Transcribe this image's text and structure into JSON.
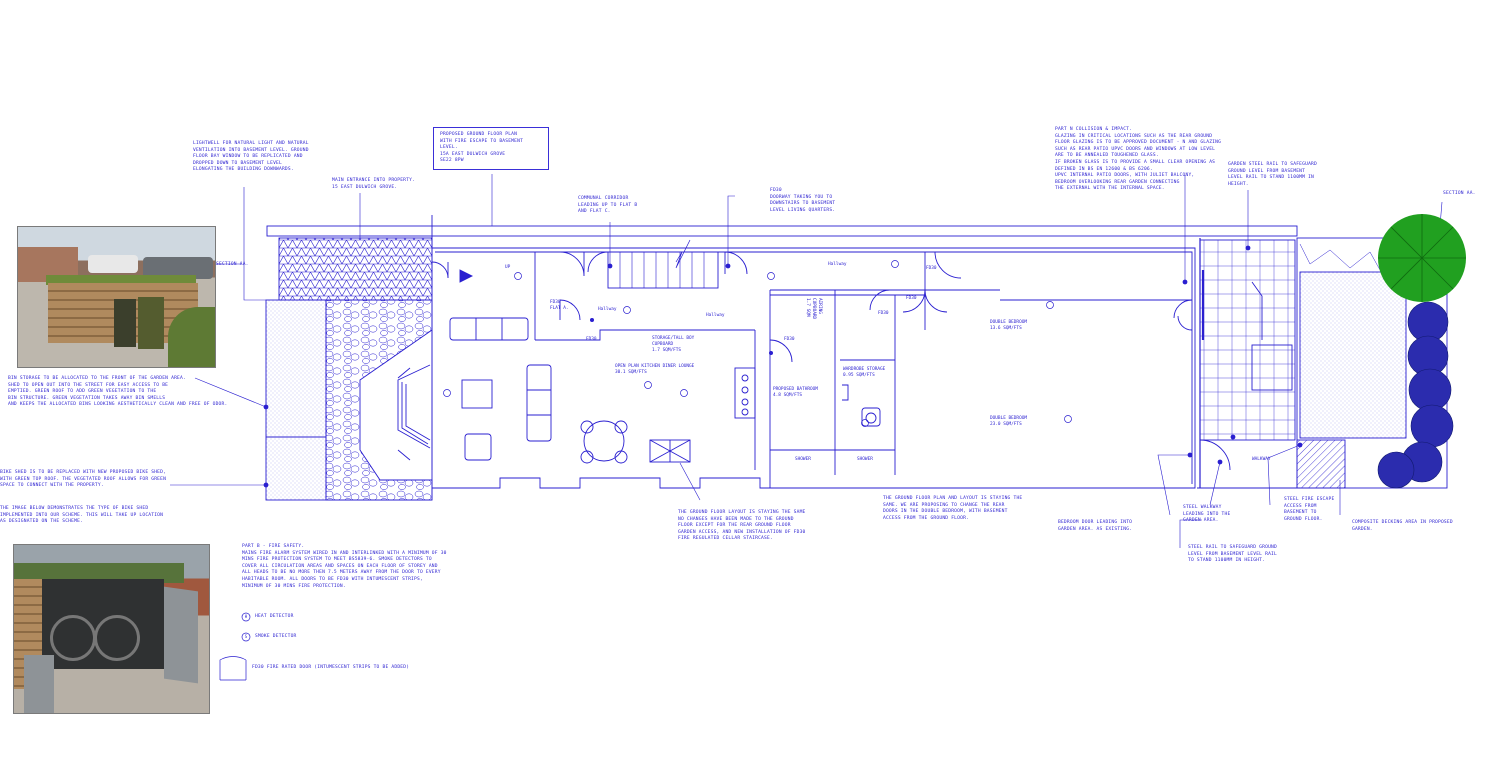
{
  "notes": {
    "lightwell": "LIGHTWELL FOR NATURAL LIGHT AND NATURAL\nVENTILATION INTO BASEMENT LEVEL. GROUND\nFLOOR BAY WINDOW TO BE REPLICATED AND\nDROPPED DOWN TO BASEMENT LEVEL\nELONGATING THE BUILDING DOWNWARDS.",
    "main_entrance": "MAIN ENTRANCE INTO PROPERTY.\n15 EAST DULWICH GROVE.",
    "title_block": "PROPOSED GROUND FLOOR PLAN\nWITH FIRE ESCAPE TO BASEMENT LEVEL.\n15A EAST DULWICH GROVE\nSE22 8PW",
    "communal_corridor": "COMMUNAL CORRIDOR\nLEADING UP TO FLAT B\nAND FLAT C.",
    "fd30_doorway": "FD30\nDOORWAY TAKING YOU TO\nDOWNSTAIRS TO BASEMENT\nLEVEL LIVING QUARTERS.",
    "part_n": "PART N COLLISION & IMPACT.\nGLAZING IN CRITICAL LOCATIONS SUCH AS THE REAR GROUND\nFLOOR GLAZING IS TO BE APPROVED DOCUMENT - N AND GLAZING\nSUCH AS REAR PATIO UPVC DOORS AND WINDOWS AT LOW LEVEL\nARE TO BE ANNEALED TOUGHENED GLASS.\nIF BROKEN GLASS IS TO PROVIDE A SMALL CLEAR OPENING AS\nDEFINED IN BS EN 12600 & BS 6206.\nUPVC INTERNAL PATIO DOORS, WITH JULIET BALCONY,\nBEDROOM OVERLOOKING REAR GARDEN CONNECTING\nTHE EXTERNAL WITH THE INTERNAL SPACE.",
    "garden_rail": "GARDEN STEEL RAIL TO SAFEGUARD\nGROUND LEVEL FROM BASEMENT\nLEVEL RAIL TO STAND 1100MM IN\nHEIGHT.",
    "section_right": "SECTION AA.",
    "section_left": "SECTION AA.",
    "bin_storage": "BIN STORAGE TO BE ALLOCATED TO THE FRONT OF THE GARDEN AREA.\nSHED TO OPEN OUT INTO THE STREET FOR EASY ACCESS TO BE\nEMPTIED. GREEN ROOF TO ADD GREEN VEGETATION TO THE\nBIN STRUCTURE. GREEN VEGETATION TAKES AWAY BIN SMELLS\nAND KEEPS THE ALLOCATED BINS LOOKING AESTHETICALLY CLEAN AND FREE OF ODOR.",
    "bike_shed": "BIKE SHED IS TO BE REPLACED WITH NEW PROPOSED BIKE SHED,\nWITH GREEN TOP ROOF. THE VEGETATED ROOF ALLOWS FOR GREEN\nSPACE TO CONNECT WITH THE PROPERTY.",
    "image_below": "THE IMAGE BELOW DEMONSTRATES THE TYPE OF BIKE SHED\nIMPLEMENTED INTO OUR SCHEME. THIS WILL TAKE UP LOCATION\nAS DESIGNATED ON THE SCHEME.",
    "part_b": "PART B - FIRE SAFETY.\nMAINS FIRE ALARM SYSTEM WIRED IN AND INTERLINKED WITH A MINIMUM OF 30\nMINS FIRE PROTECTION SYSTEM TO MEET BS5839-6. SMOKE DETECTORS TO\nCOVER ALL CIRCULATION AREAS AND SPACES ON EACH FLOOR OF STOREY AND\nALL HEADS TO BE NO MORE THEN 7.5 METERS AWAY FROM THE DOOR TO EVERY\nHABITABLE ROOM. ALL DOORS TO BE FD30 WITH INTUMESCENT STRIPS,\nMINIMUM OF 30 MINS FIRE PROTECTION.",
    "heat_detector": "HEAT DETECTOR",
    "smoke_detector": "SMOKE DETECTOR",
    "fd30_door": "FD30 FIRE RATED DOOR (INTUMESCENT STRIPS TO BE ADDED)",
    "ground_floor_layout": "THE GROUND FLOOR LAYOUT IS STAYING THE SAME\nNO CHANGES HAVE BEEN MADE TO THE GROUND\nFLOOR EXCEPT FOR THE REAR GROUND FLOOR\nGARDEN ACCESS, AND NEW INSTALLATION OF FD30\nFIRE REGULATED CELLAR STAIRCASE.",
    "ground_floor_plan": "THE GROUND FLOOR PLAN AND LAYOUT IS STAYING THE\nSAME. WE ARE PROPOSING TO CHANGE THE REAR\nDOORS IN THE DOUBLE BEDROOM, WITH BASEMENT\nACCESS FROM THE GROUND FLOOR.",
    "bedroom_door": "BEDROOM DOOR LEADING INTO\nGARDEN AREA. AS EXISTING.",
    "steel_walkway": "STEEL WALKWAY\nLEADING INTO THE\nGARDEN AREA.",
    "steel_fire_escape": "STEEL FIRE ESCAPE\nACCESS FROM\nBASEMENT TO\nGROUND FLOOR.",
    "composite_decking": "COMPOSITE DECKING AREA IN PROPOSED\nGARDEN.",
    "steel_rail": "STEEL RAIL TO SAFEGUARD GROUND\nLEVEL FROM BASEMENT LEVEL RAIL\nTO STAND 1100MM IN HEIGHT."
  },
  "rooms": {
    "up": "UP",
    "fd30_flat_a": "FD30\nFLAT A.",
    "hallway_1": "Hallway",
    "hallway_2": "Hallway",
    "hallway_3": "Hallway",
    "fd30_a": "FD30",
    "fd30_b": "FD30",
    "fd30_c": "FD30",
    "fd30_d": "FD30",
    "fd30_e": "FD30",
    "storage_boxed": "STORAGE/TALL BOY\nCUPBOARD\n1.7 SQM/FTS",
    "open_plan": "OPEN PLAN KITCHEN DINER LOUNGE\n30.1 SQM/FTS",
    "proposed_bathroom": "PROPOSED BATHROOM\n4.8 SQM/FTS",
    "wardrobe_storage": "WARDROBE STORAGE\n0.95 SQM/FTS",
    "airing": "AIRING\nCUPBOARD\n1.7 SQM",
    "shower_1": "SHOWER",
    "shower_2": "SHOWER",
    "double_bedroom_1": "DOUBLE BEDROOM\n13.6 SQM/FTS",
    "double_bedroom_2": "DOUBLE BEDROOM\n23.0 SQM/FTS",
    "walkway": "WALKWAY",
    "smoke_symbol": "S",
    "heat_symbol": "H"
  },
  "colors": {
    "line": "#2a1fd0",
    "tree": "#21a020",
    "shrub": "#2b2cae"
  },
  "icons": [
    "bin-store-photo",
    "bike-shed-photo",
    "tree-icon",
    "shrub-icon",
    "smoke-detector-icon",
    "heat-detector-icon",
    "door-swing-icon"
  ]
}
